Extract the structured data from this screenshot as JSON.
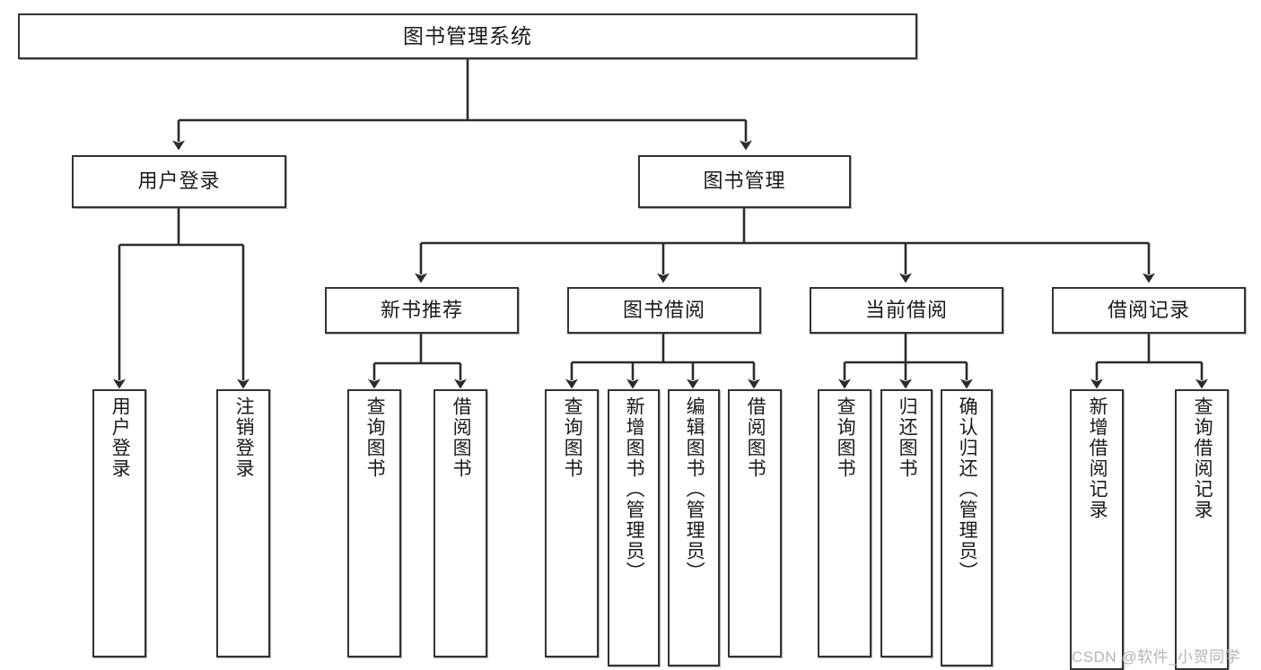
{
  "diagram": {
    "title": "图书管理系统",
    "type": "hierarchy-tree",
    "root": {
      "label": "图书管理系统"
    },
    "level1": [
      {
        "label": "用户登录"
      },
      {
        "label": "图书管理"
      }
    ],
    "level2": [
      {
        "label": "新书推荐"
      },
      {
        "label": "图书借阅"
      },
      {
        "label": "当前借阅"
      },
      {
        "label": "借阅记录"
      }
    ],
    "leaves": {
      "user_login": [
        {
          "label": "用户登录"
        },
        {
          "label": "注销登录"
        }
      ],
      "new_book_recommend": [
        {
          "label": "查询图书"
        },
        {
          "label": "借阅图书"
        }
      ],
      "book_borrow": [
        {
          "label": "查询图书"
        },
        {
          "label": "新增图书（管理员）"
        },
        {
          "label": "编辑图书（管理员）"
        },
        {
          "label": "借阅图书"
        }
      ],
      "current_borrow": [
        {
          "label": "查询图书"
        },
        {
          "label": "归还图书"
        },
        {
          "label": "确认归还（管理员）"
        }
      ],
      "borrow_record": [
        {
          "label": "新增借阅记录"
        },
        {
          "label": "查询借阅记录"
        }
      ]
    }
  },
  "watermark": {
    "text": "CSDN @软件_小贺同学"
  },
  "colors": {
    "border": "#333333",
    "background": "#ffffff",
    "text": "#1a1a1a",
    "watermark": "#b4b4b4"
  }
}
